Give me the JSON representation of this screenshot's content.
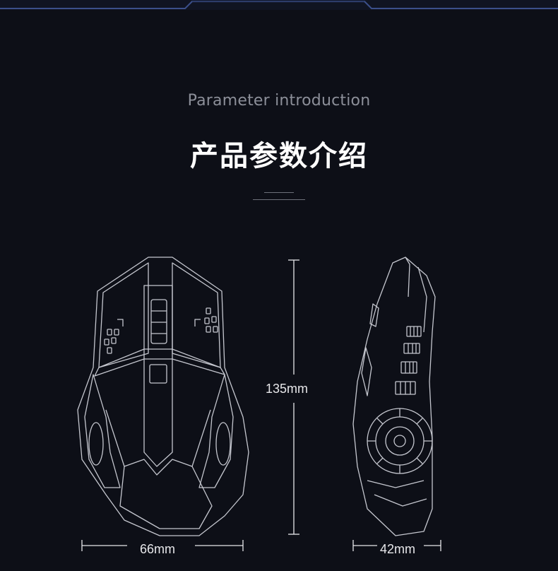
{
  "section": {
    "subtitle": "Parameter introduction",
    "title": "产品参数介绍"
  },
  "dimensions": {
    "height": "135mm",
    "width": "66mm",
    "depth": "42mm"
  },
  "colors": {
    "background": "#0d0f17",
    "line": "#d9dbe3",
    "accent_frame": "#3b4f8a"
  }
}
